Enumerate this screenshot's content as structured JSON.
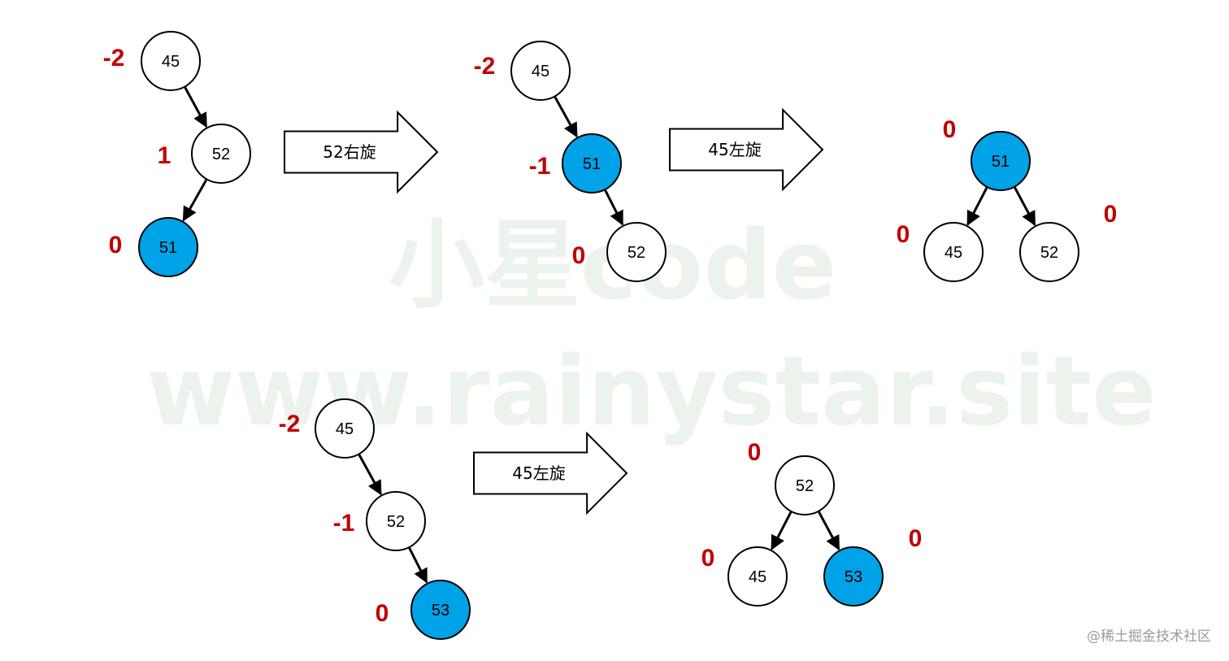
{
  "watermark": {
    "line1": "小星code",
    "line2": "www.rainystar.site"
  },
  "credit": "@稀土掘金技术社区",
  "colors": {
    "highlight_fill": "#00a2e8",
    "node_fill": "#ffffff",
    "balance_factor_text": "#c00000",
    "outline": "#000000"
  },
  "diagrams": [
    {
      "id": "top-left",
      "nodes": [
        {
          "value": "45",
          "balance": "-2",
          "highlight": false
        },
        {
          "value": "52",
          "balance": "1",
          "highlight": false
        },
        {
          "value": "51",
          "balance": "0",
          "highlight": true
        }
      ],
      "edges": [
        [
          "45",
          "52"
        ],
        [
          "52",
          "51"
        ]
      ]
    },
    {
      "id": "top-middle",
      "nodes": [
        {
          "value": "45",
          "balance": "-2",
          "highlight": false
        },
        {
          "value": "51",
          "balance": "-1",
          "highlight": true
        },
        {
          "value": "52",
          "balance": "0",
          "highlight": false
        }
      ],
      "edges": [
        [
          "45",
          "51"
        ],
        [
          "51",
          "52"
        ]
      ]
    },
    {
      "id": "top-right",
      "nodes": [
        {
          "value": "51",
          "balance": "0",
          "highlight": true
        },
        {
          "value": "45",
          "balance": "0",
          "highlight": false
        },
        {
          "value": "52",
          "balance": "0",
          "highlight": false
        }
      ],
      "edges": [
        [
          "51",
          "45"
        ],
        [
          "51",
          "52"
        ]
      ]
    },
    {
      "id": "bottom-left",
      "nodes": [
        {
          "value": "45",
          "balance": "-2",
          "highlight": false
        },
        {
          "value": "52",
          "balance": "-1",
          "highlight": false
        },
        {
          "value": "53",
          "balance": "0",
          "highlight": true
        }
      ],
      "edges": [
        [
          "45",
          "52"
        ],
        [
          "52",
          "53"
        ]
      ]
    },
    {
      "id": "bottom-right",
      "nodes": [
        {
          "value": "52",
          "balance": "0",
          "highlight": false
        },
        {
          "value": "45",
          "balance": "0",
          "highlight": false
        },
        {
          "value": "53",
          "balance": "0",
          "highlight": true
        }
      ],
      "edges": [
        [
          "52",
          "45"
        ],
        [
          "52",
          "53"
        ]
      ]
    }
  ],
  "arrows": [
    {
      "label": "52右旋"
    },
    {
      "label": "45左旋"
    },
    {
      "label": "45左旋"
    }
  ]
}
